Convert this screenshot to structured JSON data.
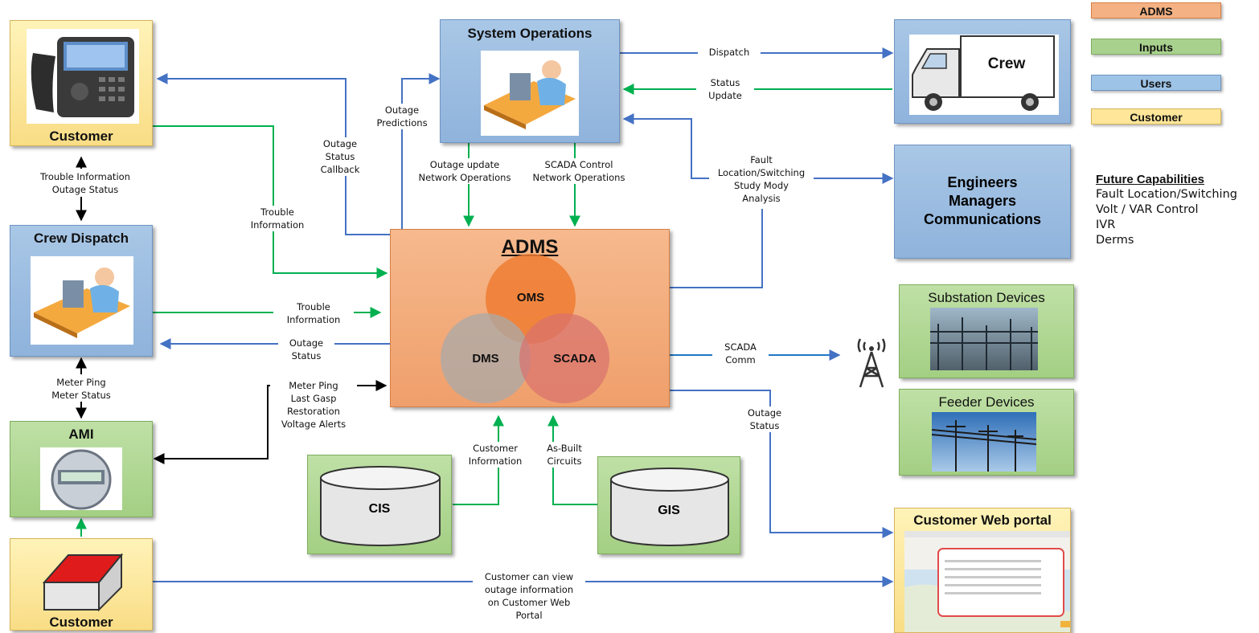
{
  "legend": [
    {
      "label": "ADMS",
      "color": "#f4b183"
    },
    {
      "label": "Inputs",
      "color": "#a9d18e"
    },
    {
      "label": "Users",
      "color": "#9dc3e6"
    },
    {
      "label": "Customer",
      "color": "#ffe699"
    }
  ],
  "future": {
    "title": "Future Capabilities",
    "items": [
      "Fault Location/Switching",
      "Volt / VAR Control",
      "IVR",
      "Derms"
    ]
  },
  "nodes": {
    "customer_top": "Customer",
    "crew_dispatch": "Crew Dispatch",
    "ami": "AMI",
    "customer_bottom": "Customer",
    "system_operations": "System Operations",
    "crew": "Crew",
    "engineers": [
      "Engineers",
      "Managers",
      "Communications"
    ],
    "substation_devices": "Substation Devices",
    "feeder_devices": "Feeder Devices",
    "customer_web_portal": "Customer Web portal",
    "adms": "ADMS",
    "oms": "OMS",
    "dms": "DMS",
    "scada": "SCADA",
    "cis": "CIS",
    "gis": "GIS"
  },
  "labels": {
    "trouble_outage": "Trouble Information\nOutage Status",
    "meter_ping_status": "Meter Ping\nMeter Status",
    "trouble_info_1": "Trouble\nInformation",
    "trouble_info_2": "Trouble\nInformation",
    "outage_status_callback": "Outage\nStatus\nCallback",
    "outage_predictions": "Outage\nPredictions",
    "outage_update": "Outage update\nNetwork Operations",
    "scada_control": "SCADA Control\nNetwork Operations",
    "dispatch": "Dispatch",
    "status_update": "Status\nUpdate",
    "fault_location": "Fault\nLocation/Switching\nStudy Mody\nAnalysis",
    "outage_status_left": "Outage\nStatus",
    "meter_ping_alerts": "Meter Ping\nLast Gasp\nRestoration\nVoltage Alerts",
    "scada_comm": "SCADA\nComm",
    "outage_status_right": "Outage\nStatus",
    "customer_information": "Customer\nInformation",
    "as_built": "As-Built\nCircuits",
    "customer_can_view": "Customer can view\noutage information\non Customer Web\nPortal"
  }
}
